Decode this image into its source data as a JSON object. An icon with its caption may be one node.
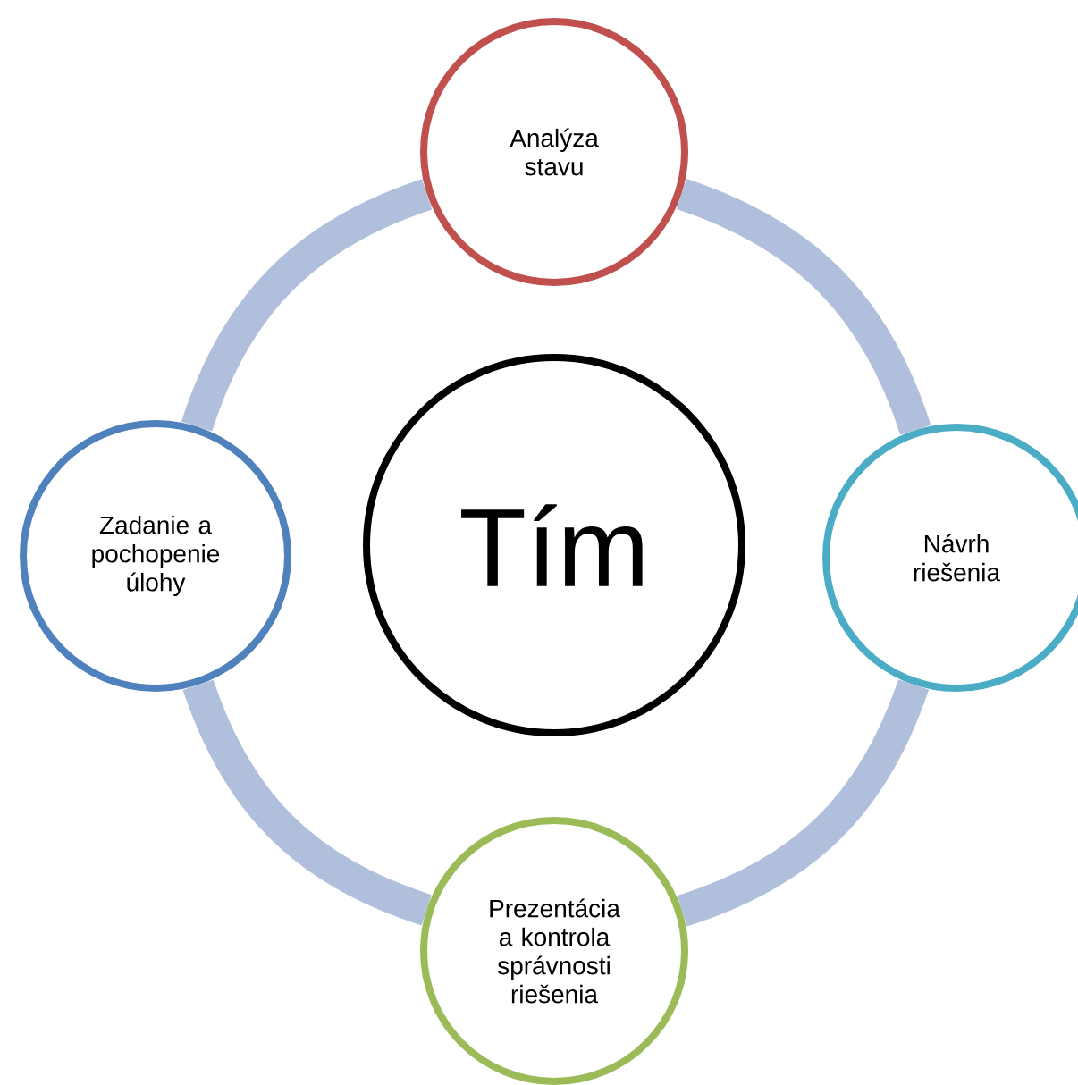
{
  "diagram": {
    "nodes": [
      {
        "text": [
          "Analýza stavu"
        ]
      },
      {
        "text": [
          "Zadanie a pochopenie úlohy"
        ]
      },
      {
        "text": [
          "Tím"
        ]
      },
      {
        "text": [
          "Návrh riešenia"
        ]
      },
      {
        "text": [
          "Prezentácia a kontrola správnosti riešenia"
        ]
      }
    ],
    "edges": [
      {
        "from": 0,
        "to": 3,
        "arrow": "none"
      },
      {
        "from": 3,
        "to": 4,
        "arrow": "none"
      },
      {
        "from": 4,
        "to": 1,
        "arrow": "none"
      },
      {
        "from": 1,
        "to": 0,
        "arrow": "none"
      }
    ]
  }
}
